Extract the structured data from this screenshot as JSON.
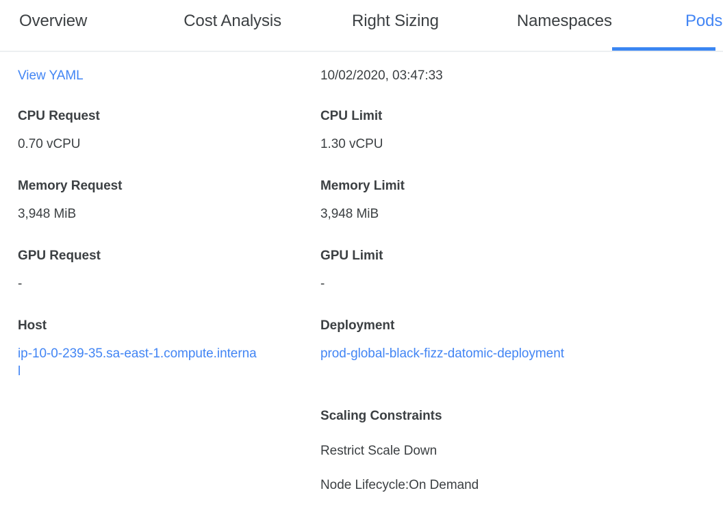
{
  "tabs": [
    {
      "label": "Overview",
      "active": false
    },
    {
      "label": "Cost Analysis",
      "active": false
    },
    {
      "label": "Right Sizing",
      "active": false
    },
    {
      "label": "Namespaces",
      "active": false
    },
    {
      "label": "Pods",
      "active": true
    }
  ],
  "colors": {
    "link": "#4285f4",
    "accent": "#3b86f2",
    "text": "#3c4043",
    "border": "#eceff1",
    "background": "#ffffff"
  },
  "left_column": {
    "view_yaml_link": "View YAML",
    "cpu_request": {
      "label": "CPU Request",
      "value": "0.70 vCPU"
    },
    "memory_request": {
      "label": "Memory Request",
      "value": "3,948 MiB"
    },
    "gpu_request": {
      "label": "GPU Request",
      "value": "-"
    },
    "host": {
      "label": "Host",
      "value": "ip-10-0-239-35.sa-east-1.compute.internal"
    }
  },
  "right_column": {
    "timestamp": "10/02/2020, 03:47:33",
    "cpu_limit": {
      "label": "CPU Limit",
      "value": "1.30 vCPU"
    },
    "memory_limit": {
      "label": "Memory Limit",
      "value": "3,948 MiB"
    },
    "gpu_limit": {
      "label": "GPU Limit",
      "value": "-"
    },
    "deployment": {
      "label": "Deployment",
      "value": "prod-global-black-fizz-datomic-deployment"
    },
    "scaling_constraints": {
      "label": "Scaling Constraints",
      "items": [
        "Restrict Scale Down",
        "Node Lifecycle:On Demand"
      ]
    }
  }
}
